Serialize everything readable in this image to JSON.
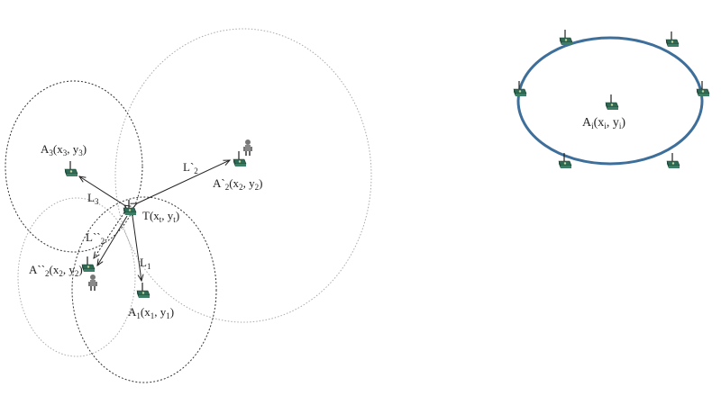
{
  "left_diagram": {
    "nodes": {
      "a3": {
        "base": "A",
        "sub": "3",
        "rest": "(x",
        "sub2": "3",
        "tail": ", y",
        "sub3": "3",
        "end": ")"
      },
      "a2p": {
        "base": "A`",
        "sub": "2",
        "rest": "(x",
        "sub2": "2",
        "tail": ", y",
        "sub3": "2",
        "end": ")"
      },
      "t": {
        "text": "T(x",
        "sub": "t",
        "tail": ", y",
        "sub2": "t",
        "end": ")"
      },
      "a2pp": {
        "base": "A``",
        "sub": "2",
        "rest": "(x",
        "sub2": "2",
        "tail": ", y",
        "sub3": "2",
        "end": ")"
      },
      "a1": {
        "base": "A",
        "sub": "1",
        "rest": "(x",
        "sub2": "1",
        "tail": ", y",
        "sub3": "1",
        "end": ")"
      }
    },
    "distances": {
      "l3": {
        "base": "L",
        "sub": "3"
      },
      "l2p": {
        "base": "L`",
        "sub": "2"
      },
      "l2pp": {
        "base": "L``",
        "sub": "2"
      },
      "l1": {
        "base": "L",
        "sub": "1"
      }
    }
  },
  "right_diagram": {
    "center": {
      "base": "A",
      "sub": "i",
      "rest": "(x",
      "sub2": "i",
      "tail": ", y",
      "sub3": "i",
      "end": ")"
    },
    "ring_color": "#3e6f9a"
  }
}
